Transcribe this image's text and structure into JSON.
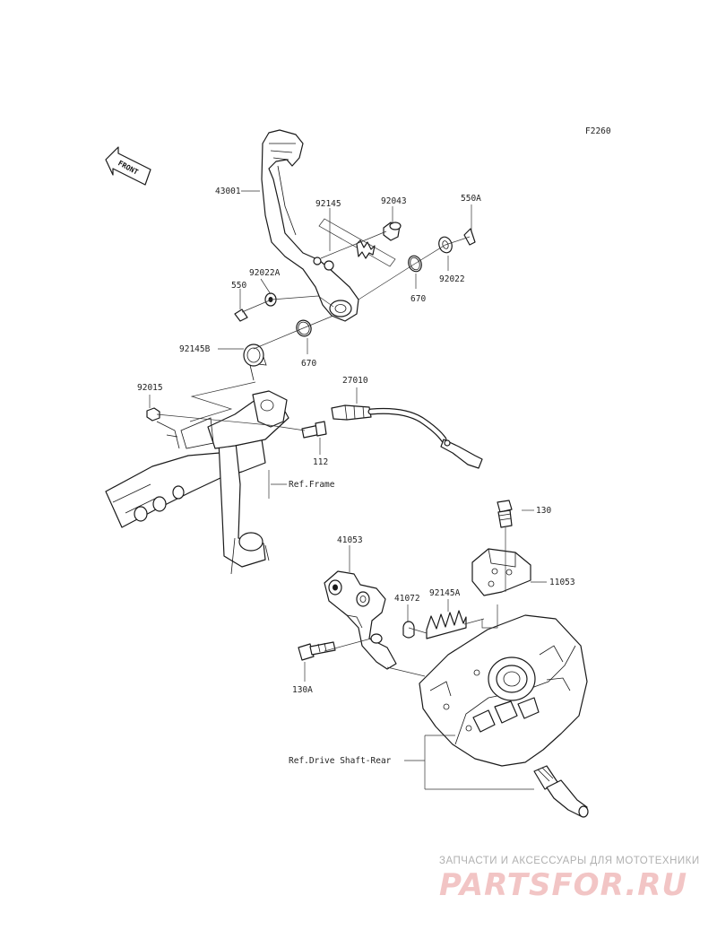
{
  "figure_code": "F2260",
  "front_label": "FRONT",
  "parts": {
    "p43001": "43001",
    "p92145": "92145",
    "p92043": "92043",
    "p550A": "550A",
    "p92022A": "92022A",
    "p92022": "92022",
    "p550": "550",
    "p670a": "670",
    "p670b": "670",
    "p92145B": "92145B",
    "p92015": "92015",
    "p27010": "27010",
    "p112": "112",
    "p130": "130",
    "p41053": "41053",
    "p11053": "11053",
    "p41072": "41072",
    "p92145A": "92145A",
    "p130A": "130A"
  },
  "refs": {
    "frame": "Ref.Frame",
    "drive_shaft": "Ref.Drive Shaft-Rear"
  },
  "watermark": {
    "top": "ЗАПЧАСТИ И АКСЕССУАРЫ ДЛЯ МОТОТЕХНИКИ",
    "main": "PARTSFOR.RU"
  }
}
